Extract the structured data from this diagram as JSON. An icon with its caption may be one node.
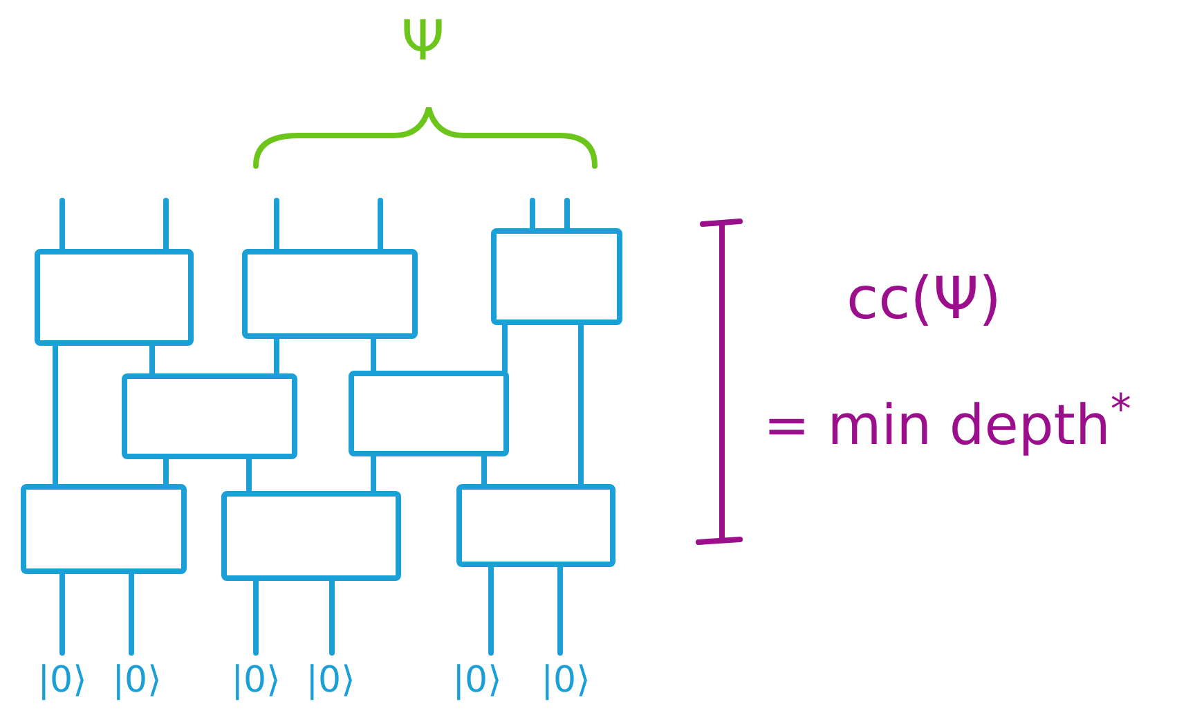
{
  "diagram": {
    "nodes": [
      {
        "text": [],
        "shape": "box"
      },
      {
        "text": [],
        "shape": "box"
      },
      {
        "text": [],
        "shape": "box"
      },
      {
        "text": [],
        "shape": "box"
      },
      {
        "text": [],
        "shape": "box"
      },
      {
        "text": [],
        "shape": "box"
      },
      {
        "text": [],
        "shape": "box"
      },
      {
        "text": [],
        "shape": "box"
      },
      {
        "text": [
          "|0⟩"
        ]
      },
      {
        "text": [
          "|0⟩"
        ]
      },
      {
        "text": [
          "|0⟩"
        ]
      },
      {
        "text": [
          "|0⟩"
        ]
      },
      {
        "text": [
          "|0⟩"
        ]
      },
      {
        "text": [
          "|0⟩"
        ]
      }
    ],
    "edges": [
      {
        "from": 8,
        "to": 5,
        "arrow": "none"
      },
      {
        "from": 9,
        "to": 5,
        "arrow": "none"
      },
      {
        "from": 10,
        "to": 6,
        "arrow": "none"
      },
      {
        "from": 11,
        "to": 6,
        "arrow": "none"
      },
      {
        "from": 12,
        "to": 7,
        "arrow": "none"
      },
      {
        "from": 13,
        "to": 7,
        "arrow": "none"
      },
      {
        "from": 5,
        "to": 0,
        "arrow": "none"
      },
      {
        "from": 5,
        "to": 3,
        "arrow": "none"
      },
      {
        "from": 6,
        "to": 3,
        "arrow": "none"
      },
      {
        "from": 6,
        "to": 4,
        "arrow": "none"
      },
      {
        "from": 7,
        "to": 4,
        "arrow": "none"
      },
      {
        "from": 7,
        "to": 2,
        "arrow": "none"
      },
      {
        "from": 3,
        "to": 0,
        "arrow": "none"
      },
      {
        "from": 3,
        "to": 1,
        "arrow": "none"
      },
      {
        "from": 4,
        "to": 1,
        "arrow": "none"
      },
      {
        "from": 4,
        "to": 2,
        "arrow": "none"
      },
      {
        "from": 0,
        "to": null,
        "arrow": "none"
      },
      {
        "from": 0,
        "to": null,
        "arrow": "none"
      },
      {
        "from": 1,
        "to": null,
        "arrow": "none"
      },
      {
        "from": 1,
        "to": null,
        "arrow": "none"
      },
      {
        "from": 2,
        "to": null,
        "arrow": "none"
      },
      {
        "from": 2,
        "to": null,
        "arrow": "none"
      }
    ],
    "labels": [
      "Ψ",
      "cc(Ψ)",
      "= min depth$^{*}$"
    ]
  }
}
